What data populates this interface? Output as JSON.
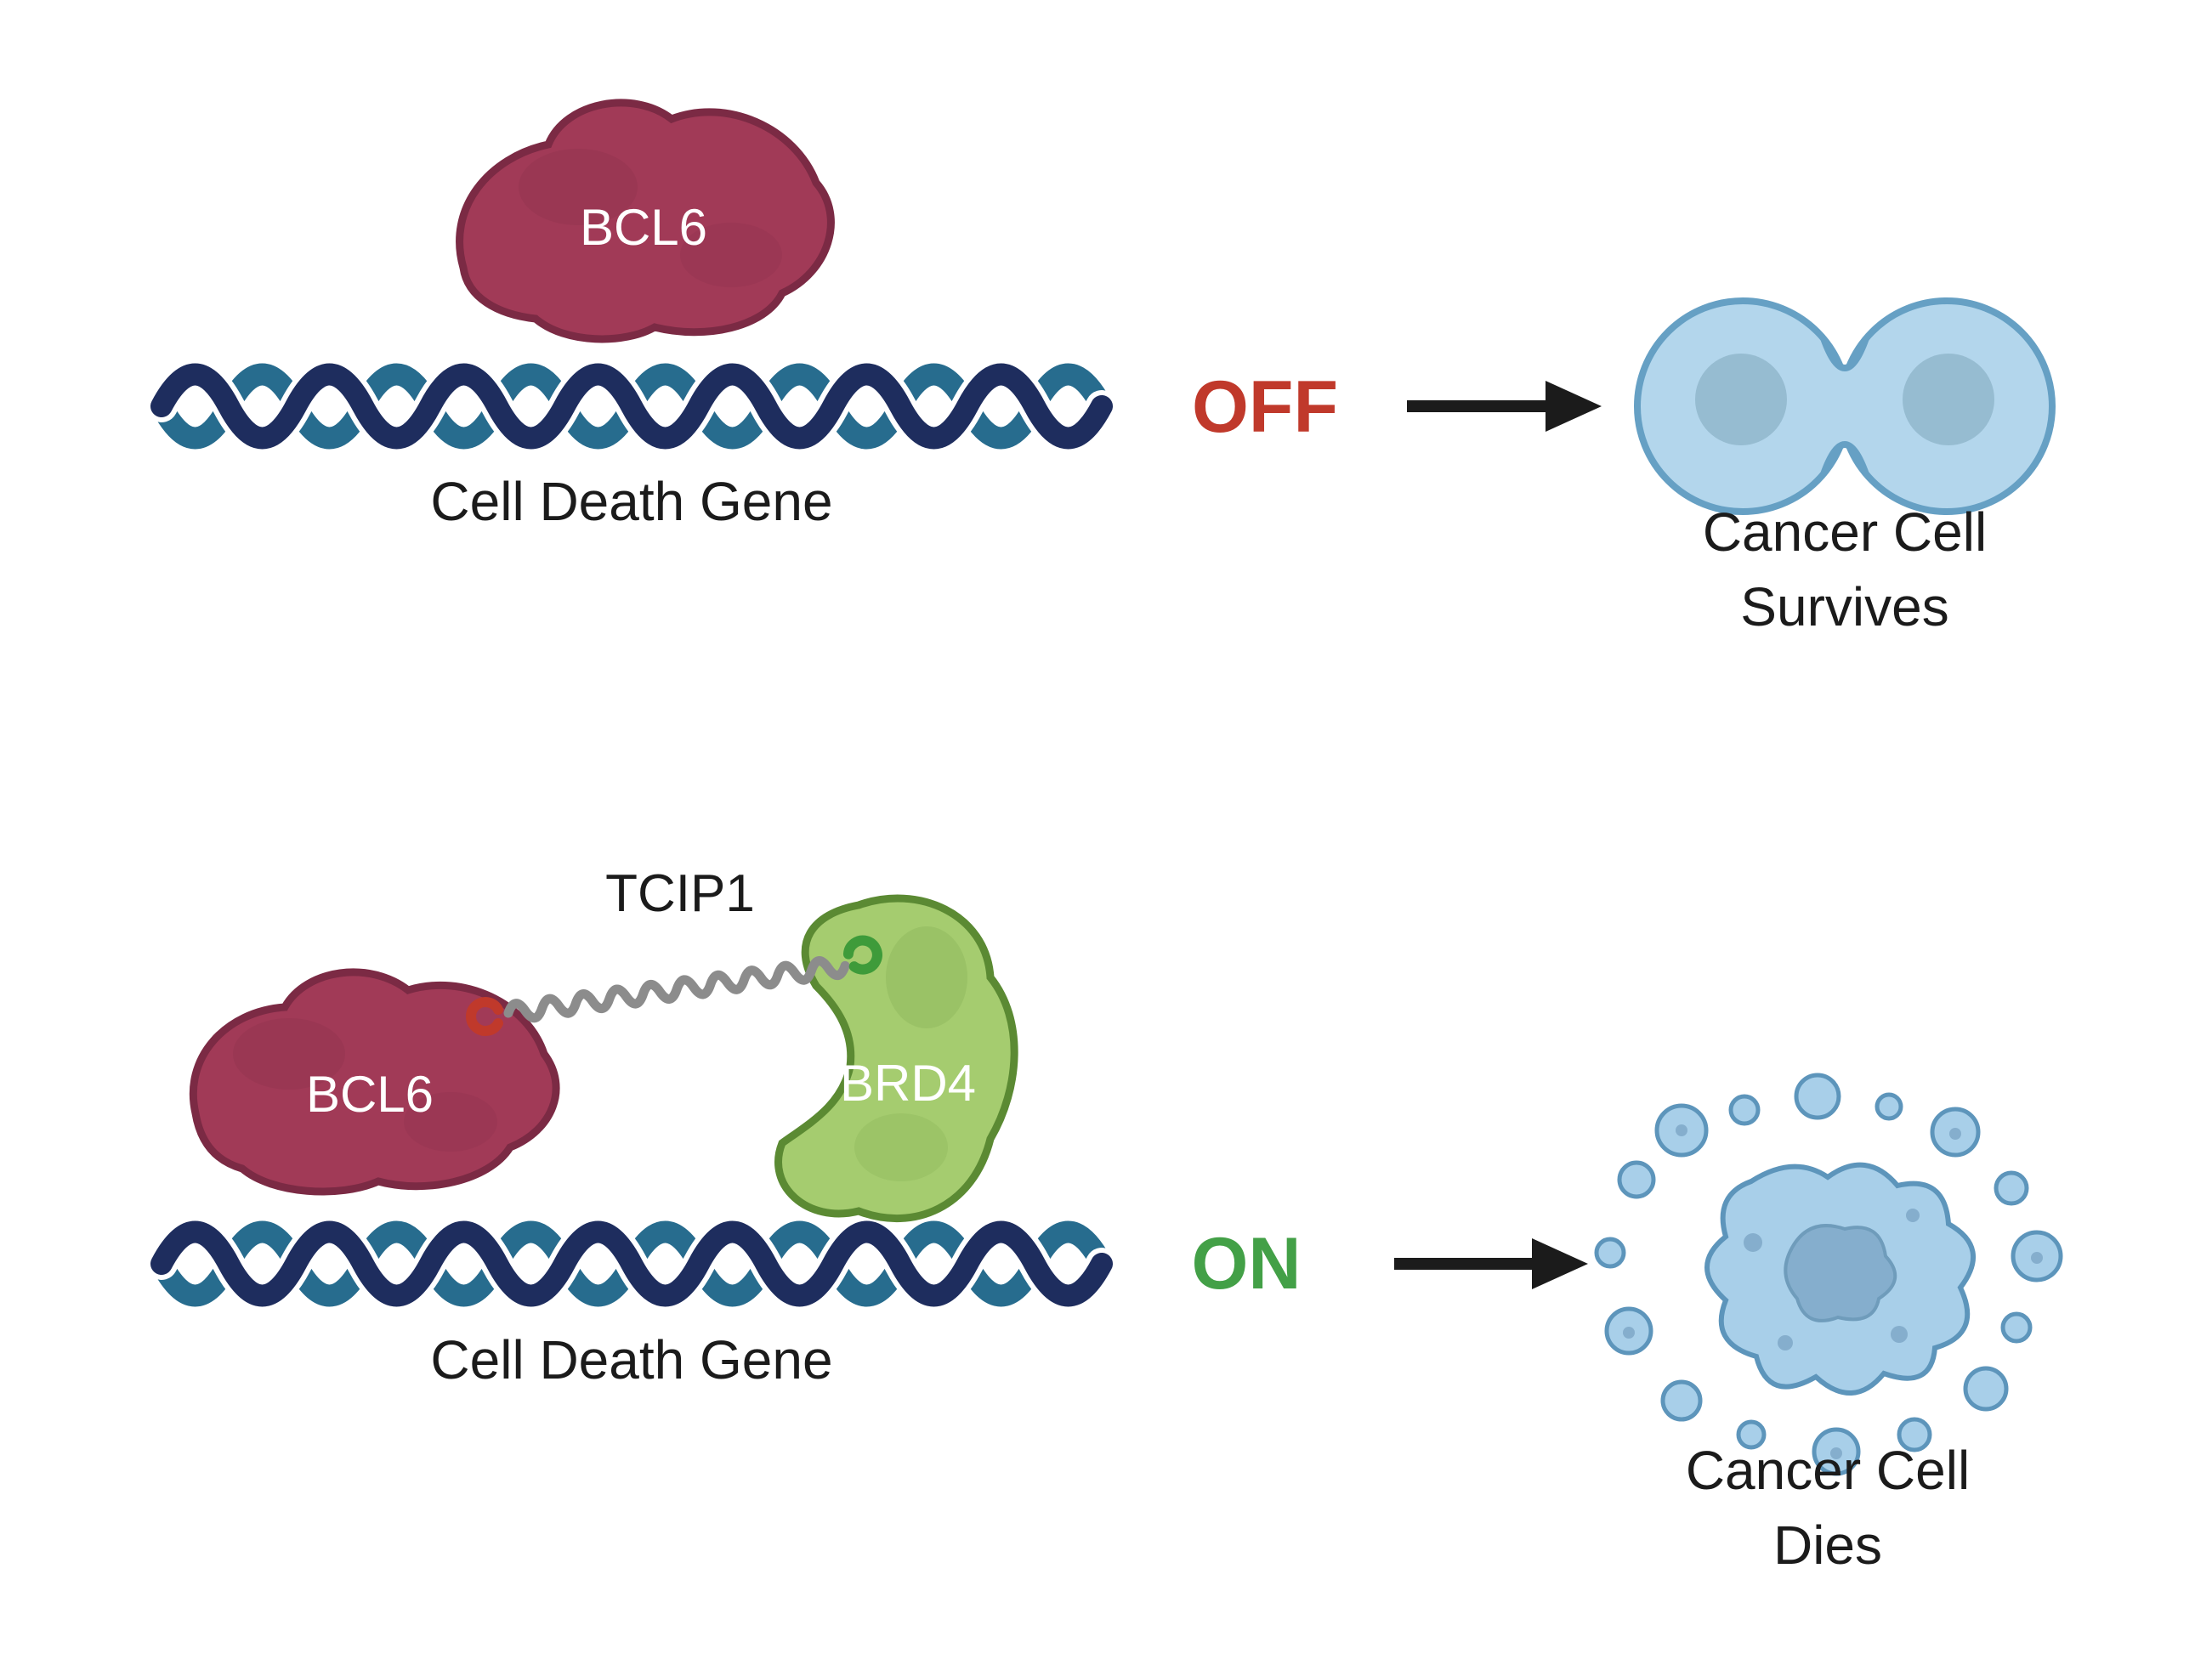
{
  "colors": {
    "off_red": "#c0392b",
    "on_green": "#43a047",
    "bcl6_fill": "#a13a57",
    "bcl6_stroke": "#7b2a44",
    "brd4_fill": "#a5cc6f",
    "brd4_stroke": "#5b8a33",
    "dna_navy": "#1e2d5e",
    "dna_teal": "#276c8e",
    "linker_gray": "#8c8c8c",
    "hook_red": "#c0392b",
    "hook_green": "#3e9b3a",
    "cell_fill": "#b3d6ec",
    "cell_stroke": "#66a0c4",
    "nucleus_fill": "#96bcd1",
    "dead_cell_fill": "#a8cfe9",
    "dead_cell_stroke": "#5d95bb",
    "dead_nucleus_fill": "#85aecd",
    "text_dark": "#1b1b1b"
  },
  "top_panel": {
    "protein_label": "BCL6",
    "gene_label": "Cell Death Gene",
    "state_label": "OFF",
    "outcome_line1": "Cancer Cell",
    "outcome_line2": "Survives"
  },
  "bottom_panel": {
    "molecule_label": "TCIP1",
    "protein_left_label": "BCL6",
    "protein_right_label": "BRD4",
    "gene_label": "Cell Death Gene",
    "state_label": "ON",
    "outcome_line1": "Cancer Cell",
    "outcome_line2": "Dies"
  }
}
